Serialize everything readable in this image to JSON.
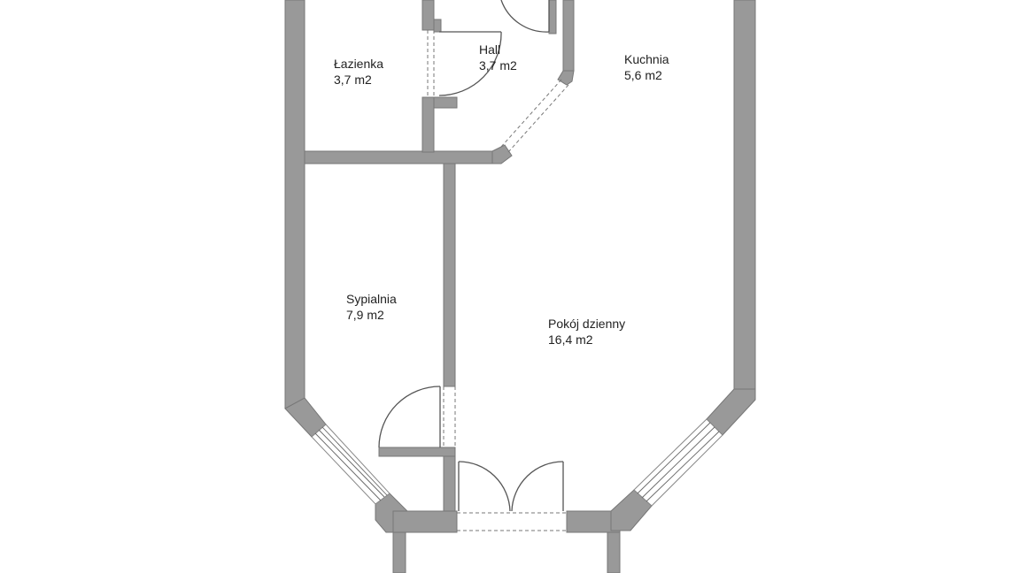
{
  "rooms": [
    {
      "name": "Łazienka",
      "area": "3,7 m2"
    },
    {
      "name": "Hall",
      "area": "3,7 m2"
    },
    {
      "name": "Kuchnia",
      "area": "5,6 m2"
    },
    {
      "name": "Sypialnia",
      "area": "7,9 m2"
    },
    {
      "name": "Pokój dzienny",
      "area": "16,4 m2"
    }
  ],
  "colors": {
    "wall": "#999999",
    "background": "#ffffff",
    "text": "#222222"
  }
}
